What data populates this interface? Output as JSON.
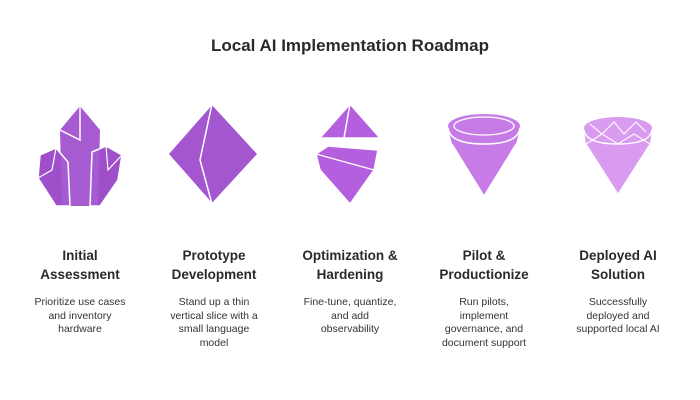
{
  "title": "Local AI Implementation Roadmap",
  "stages": [
    {
      "heading": [
        "Initial",
        "Assessment"
      ],
      "description": [
        "Prioritize use cases",
        "and inventory",
        "hardware"
      ],
      "icon": "crystal-cluster-icon",
      "color": "#9e4fc9"
    },
    {
      "heading": [
        "Prototype",
        "Development"
      ],
      "description": [
        "Stand up a thin",
        "vertical slice with a",
        "small language",
        "model"
      ],
      "icon": "octahedron-gem-icon",
      "color": "#a456d1"
    },
    {
      "heading": [
        "Optimization &",
        "Hardening"
      ],
      "description": [
        "Fine-tune, quantize,",
        "and add",
        "observability"
      ],
      "icon": "split-gem-icon",
      "color": "#b45fde"
    },
    {
      "heading": [
        "Pilot &",
        "Productionize"
      ],
      "description": [
        "Run pilots,",
        "implement",
        "governance, and",
        "document support"
      ],
      "icon": "cut-gem-icon",
      "color": "#c77be6"
    },
    {
      "heading": [
        "Deployed AI",
        "Solution"
      ],
      "description": [
        "Successfully",
        "deployed and",
        "supported local AI"
      ],
      "icon": "diamond-icon",
      "color": "#d99bef"
    }
  ]
}
